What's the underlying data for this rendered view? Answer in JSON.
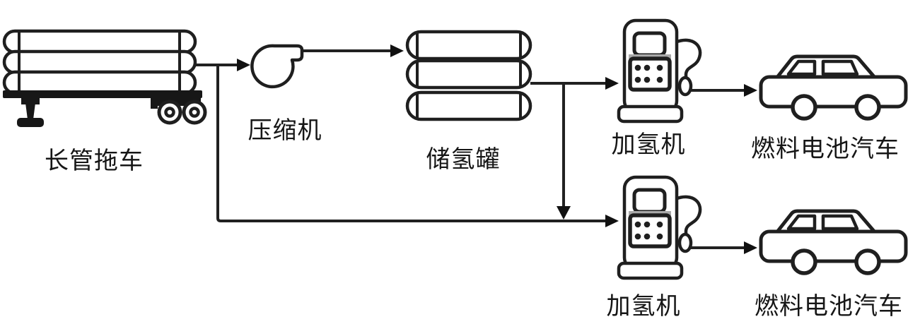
{
  "diagram": {
    "background": "#ffffff",
    "ink_color": "#1f1f1f",
    "nodes": [
      {
        "id": "tube-trailer",
        "label": "长管拖车"
      },
      {
        "id": "compressor",
        "label": "压缩机"
      },
      {
        "id": "hydrogen-storage-tank",
        "label": "储氢罐"
      },
      {
        "id": "hydrogen-dispenser-1",
        "label": "加氢机"
      },
      {
        "id": "fuel-cell-vehicle-1",
        "label": "燃料电池汽车"
      },
      {
        "id": "hydrogen-dispenser-2",
        "label": "加氢机"
      },
      {
        "id": "fuel-cell-vehicle-2",
        "label": "燃料电池汽车"
      }
    ],
    "edges": [
      {
        "from": "tube-trailer",
        "to": "compressor"
      },
      {
        "from": "compressor",
        "to": "hydrogen-storage-tank"
      },
      {
        "from": "hydrogen-storage-tank",
        "to": "hydrogen-dispenser-1"
      },
      {
        "from": "hydrogen-dispenser-1",
        "to": "fuel-cell-vehicle-1"
      },
      {
        "from": "tube-trailer",
        "to": "hydrogen-dispenser-2"
      },
      {
        "from": "hydrogen-storage-tank",
        "to": "hydrogen-dispenser-2"
      },
      {
        "from": "hydrogen-dispenser-2",
        "to": "fuel-cell-vehicle-2"
      }
    ]
  }
}
